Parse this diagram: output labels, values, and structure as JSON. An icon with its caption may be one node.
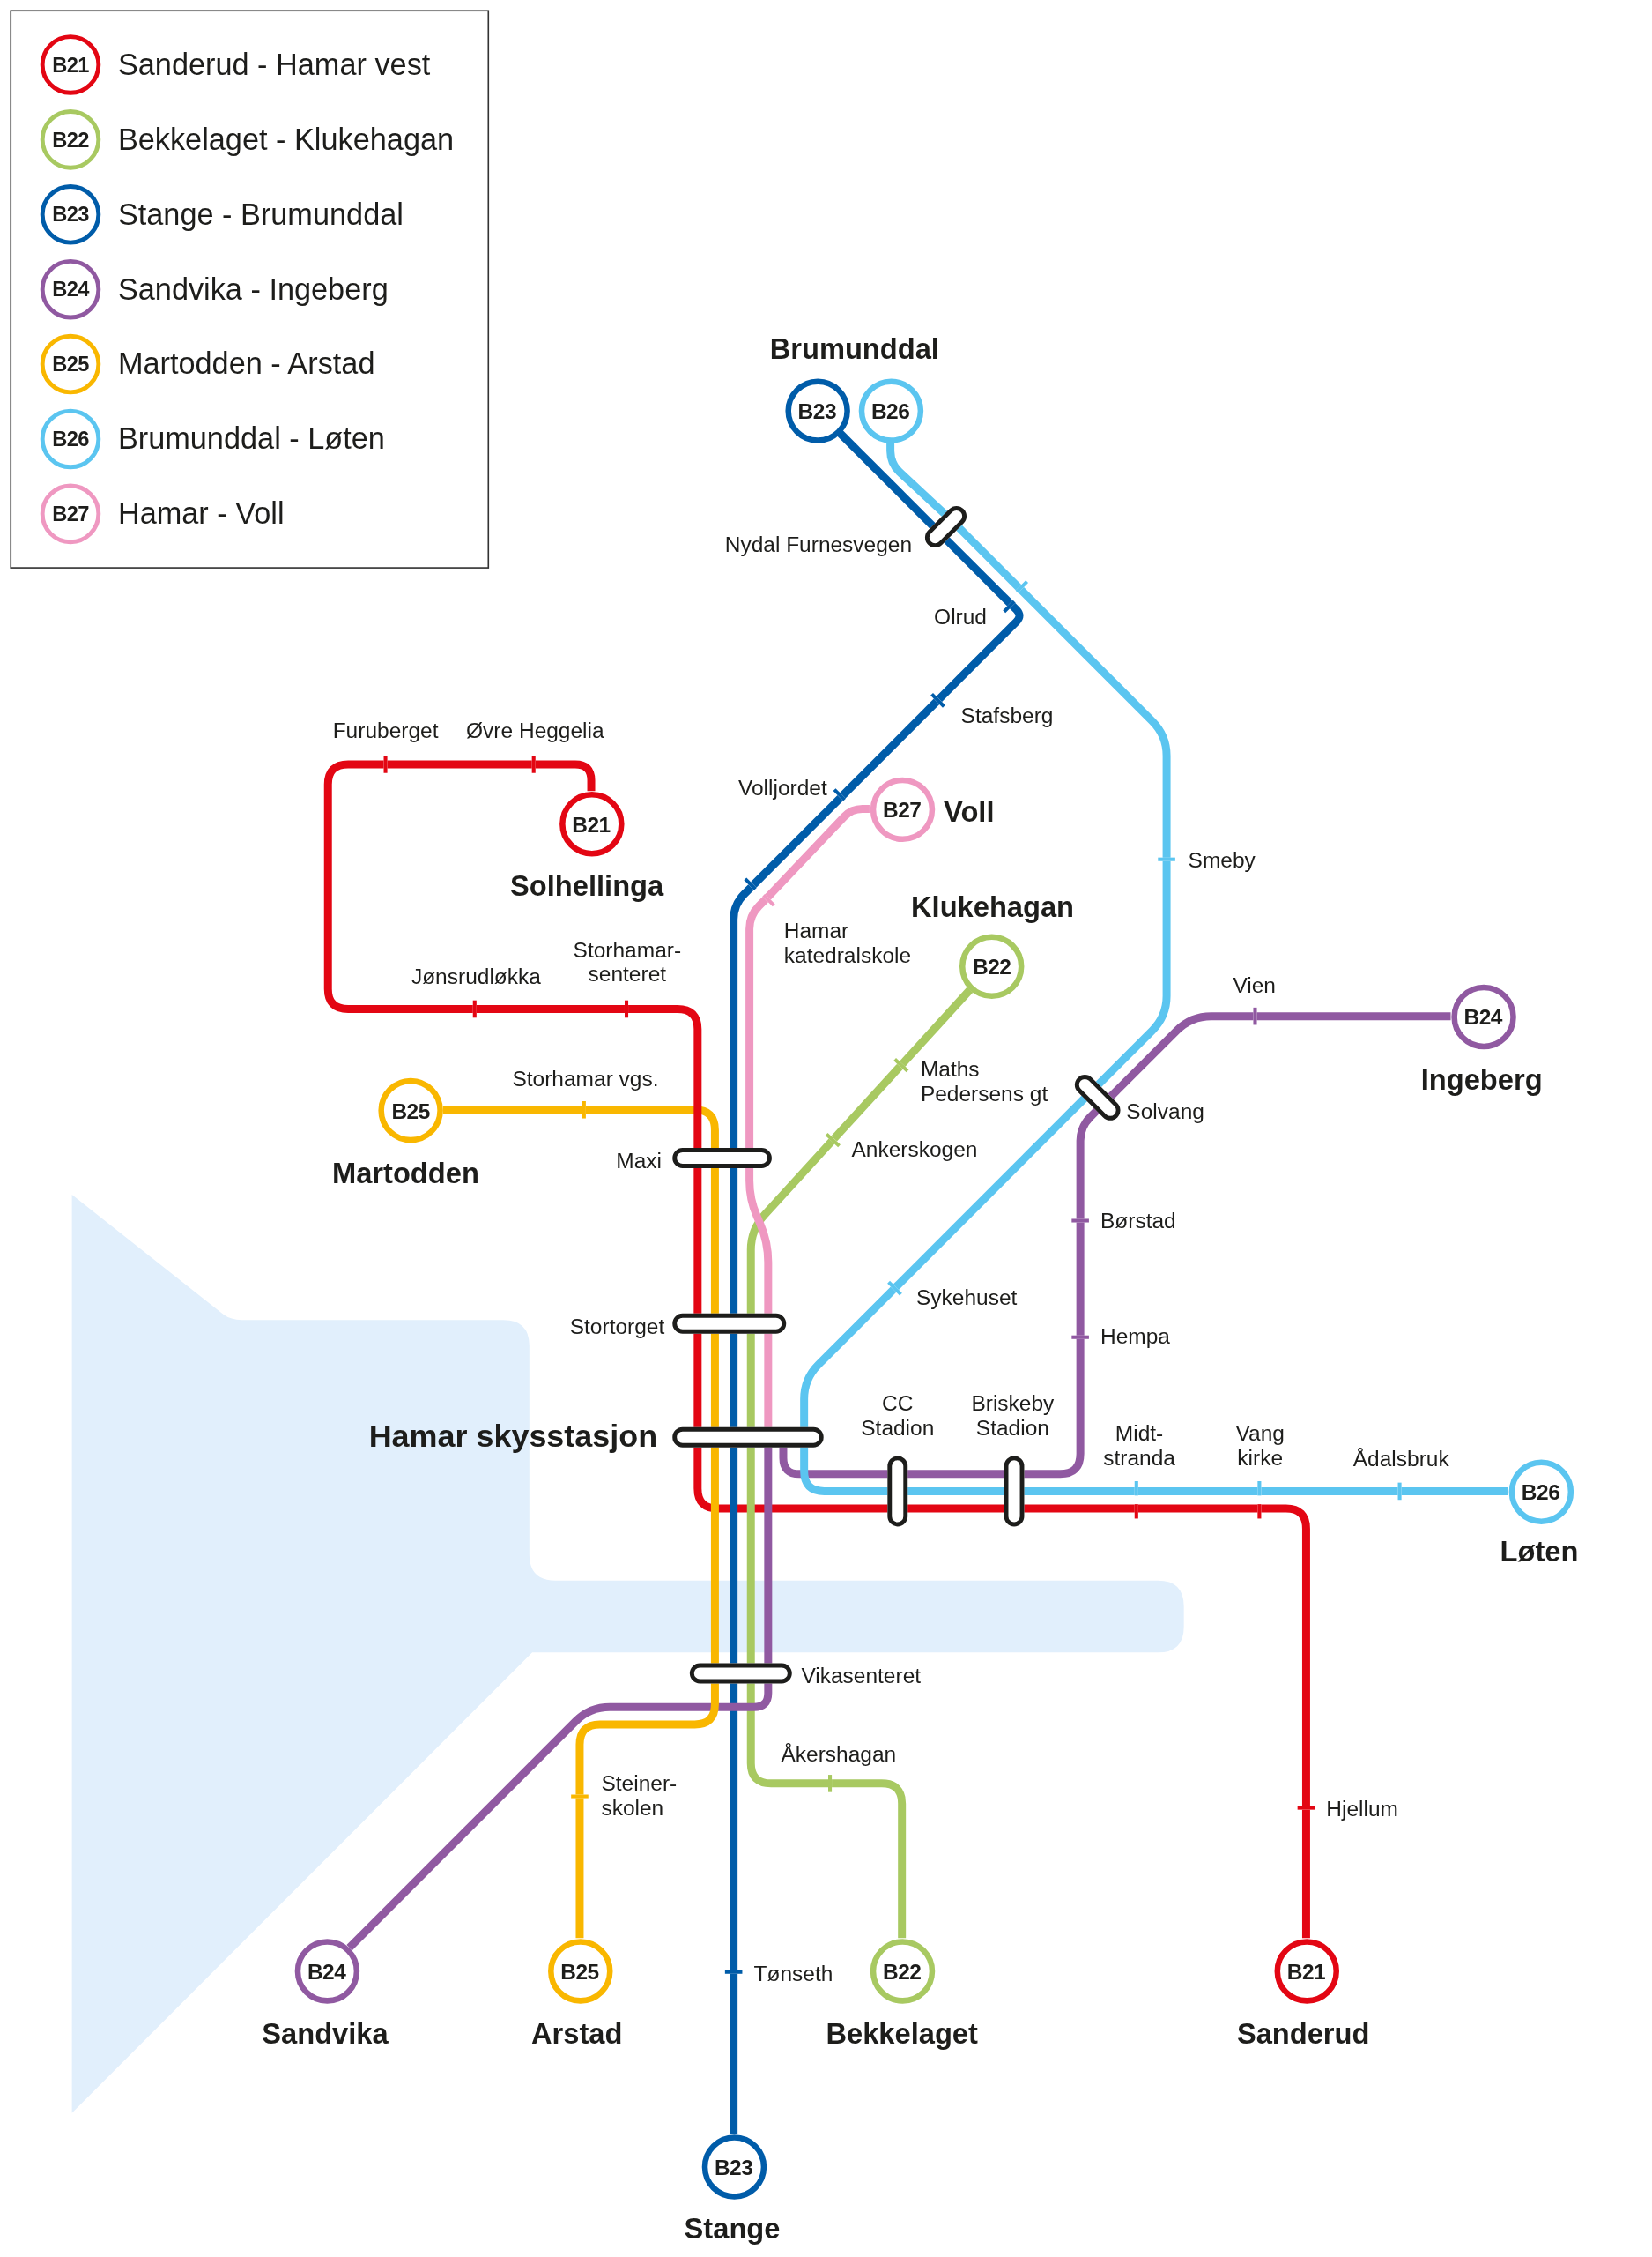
{
  "diagram": {
    "nodes": [
      {
        "text": [
          "B21"
        ]
      },
      {
        "text": [
          "B22"
        ]
      },
      {
        "text": [
          "B23"
        ]
      },
      {
        "text": [
          "B24"
        ]
      },
      {
        "text": [
          "B25"
        ]
      },
      {
        "text": [
          "B26"
        ]
      },
      {
        "text": [
          "B27"
        ]
      },
      {
        "text": [
          "B23"
        ],
        "beside": [
          "Brumunddal"
        ]
      },
      {
        "text": [
          "B26"
        ]
      },
      {
        "text": [],
        "shape": "bar",
        "beside": [
          "Nydal Furnesvegen"
        ]
      },
      {
        "text": [],
        "shape": "tick"
      },
      {
        "text": [],
        "shape": "tick",
        "beside": [
          "Olrud"
        ]
      },
      {
        "text": [],
        "shape": "tick",
        "beside": [
          "Stafsberg"
        ]
      },
      {
        "text": [],
        "shape": "tick",
        "beside": [
          "Furuberget"
        ]
      },
      {
        "text": [],
        "shape": "tick",
        "beside": [
          "Øvre Heggelia"
        ]
      },
      {
        "text": [],
        "shape": "tick",
        "beside": [
          "Volljordet"
        ]
      },
      {
        "text": [
          "B27"
        ],
        "beside": [
          "Voll"
        ]
      },
      {
        "text": [
          "B21"
        ],
        "beside": [
          "Solhellinga"
        ]
      },
      {
        "text": [],
        "shape": "tick",
        "beside": [
          "Smeby"
        ]
      },
      {
        "text": [],
        "shape": "tick"
      },
      {
        "text": [],
        "shape": "tick",
        "beside": [
          "Hamar katedralskole"
        ]
      },
      {
        "text": [
          "B22"
        ],
        "beside": [
          "Klukehagan"
        ]
      },
      {
        "text": [],
        "shape": "tick",
        "beside": [
          "Jønsrudløkka"
        ]
      },
      {
        "text": [],
        "shape": "tick",
        "beside": [
          "Storhamar- senteret"
        ]
      },
      {
        "text": [],
        "shape": "tick",
        "beside": [
          "Vien"
        ]
      },
      {
        "text": [
          "B24"
        ],
        "beside": [
          "Ingeberg"
        ]
      },
      {
        "text": [],
        "shape": "tick",
        "beside": [
          "Maths Pedersens gt"
        ]
      },
      {
        "text": [],
        "shape": "bar",
        "beside": [
          "Solvang"
        ]
      },
      {
        "text": [
          "B25"
        ],
        "beside": [
          "Martodden"
        ]
      },
      {
        "text": [],
        "shape": "tick",
        "beside": [
          "Storhamar vgs."
        ]
      },
      {
        "text": [],
        "shape": "tick",
        "beside": [
          "Ankerskogen"
        ]
      },
      {
        "text": [],
        "shape": "bar",
        "beside": [
          "Maxi"
        ]
      },
      {
        "text": [],
        "shape": "tick",
        "beside": [
          "Børstad"
        ]
      },
      {
        "text": [],
        "shape": "tick",
        "beside": [
          "Sykehuset"
        ]
      },
      {
        "text": [],
        "shape": "bar",
        "beside": [
          "Stortorget"
        ]
      },
      {
        "text": [],
        "shape": "tick",
        "beside": [
          "Hempa"
        ]
      },
      {
        "text": [],
        "shape": "bar",
        "beside": [
          "CC Stadion"
        ]
      },
      {
        "text": [],
        "shape": "bar",
        "beside": [
          "Briskeby Stadion"
        ]
      },
      {
        "text": [],
        "shape": "bar",
        "beside": [
          "Hamar skysstasjon"
        ]
      },
      {
        "text": [],
        "shape": "tick",
        "beside": [
          "Midt- stranda"
        ]
      },
      {
        "text": [],
        "shape": "tick",
        "beside": [
          "Vang kirke"
        ]
      },
      {
        "text": [],
        "shape": "tick",
        "beside": [
          "Ådalsbruk"
        ]
      },
      {
        "text": [
          "B26"
        ],
        "beside": [
          "Løten"
        ]
      },
      {
        "text": [],
        "shape": "bar",
        "beside": [
          "Vikasenteret"
        ]
      },
      {
        "text": [],
        "shape": "tick",
        "beside": [
          "Åkershagan"
        ]
      },
      {
        "text": [],
        "shape": "tick",
        "beside": [
          "Steiner- skolen"
        ]
      },
      {
        "text": [],
        "shape": "tick",
        "beside": [
          "Hjellum"
        ]
      },
      {
        "text": [
          "B24"
        ],
        "beside": [
          "Sandvika"
        ]
      },
      {
        "text": [
          "B25"
        ],
        "beside": [
          "Arstad"
        ]
      },
      {
        "text": [],
        "shape": "tick",
        "beside": [
          "Tønseth"
        ]
      },
      {
        "text": [
          "B22"
        ],
        "beside": [
          "Bekkelaget"
        ]
      },
      {
        "text": [
          "B21"
        ],
        "beside": [
          "Sanderud"
        ]
      },
      {
        "text": [
          "B23"
        ],
        "beside": [
          "Stange"
        ]
      }
    ],
    "edges": [
      {
        "from": 17,
        "to": 14,
        "arrow": "none",
        "color": "#e30613"
      },
      {
        "from": 14,
        "to": 13,
        "arrow": "none",
        "color": "#e30613"
      },
      {
        "from": 13,
        "to": 22,
        "arrow": "none",
        "color": "#e30613"
      },
      {
        "from": 22,
        "to": 23,
        "arrow": "none",
        "color": "#e30613"
      },
      {
        "from": 23,
        "to": 31,
        "arrow": "none",
        "color": "#e30613"
      },
      {
        "from": 31,
        "to": 34,
        "arrow": "none",
        "color": "#e30613"
      },
      {
        "from": 34,
        "to": 38,
        "arrow": "none",
        "color": "#e30613"
      },
      {
        "from": 38,
        "to": 36,
        "arrow": "none",
        "color": "#e30613"
      },
      {
        "from": 36,
        "to": 37,
        "arrow": "none",
        "color": "#e30613"
      },
      {
        "from": 37,
        "to": 39,
        "arrow": "none",
        "color": "#e30613"
      },
      {
        "from": 39,
        "to": 40,
        "arrow": "none",
        "color": "#e30613"
      },
      {
        "from": 40,
        "to": 46,
        "arrow": "none",
        "color": "#e30613"
      },
      {
        "from": 46,
        "to": 51,
        "arrow": "none",
        "color": "#e30613"
      },
      {
        "from": 21,
        "to": 26,
        "arrow": "none",
        "color": "#a8c961"
      },
      {
        "from": 26,
        "to": 30,
        "arrow": "none",
        "color": "#a8c961"
      },
      {
        "from": 30,
        "to": 34,
        "arrow": "none",
        "color": "#a8c961"
      },
      {
        "from": 34,
        "to": 38,
        "arrow": "none",
        "color": "#a8c961"
      },
      {
        "from": 38,
        "to": 43,
        "arrow": "none",
        "color": "#a8c961"
      },
      {
        "from": 43,
        "to": 44,
        "arrow": "none",
        "color": "#a8c961"
      },
      {
        "from": 44,
        "to": 50,
        "arrow": "none",
        "color": "#a8c961"
      },
      {
        "from": 7,
        "to": 9,
        "arrow": "none",
        "color": "#005ca9"
      },
      {
        "from": 9,
        "to": 11,
        "arrow": "none",
        "color": "#005ca9"
      },
      {
        "from": 11,
        "to": 12,
        "arrow": "none",
        "color": "#005ca9"
      },
      {
        "from": 12,
        "to": 15,
        "arrow": "none",
        "color": "#005ca9"
      },
      {
        "from": 15,
        "to": 19,
        "arrow": "none",
        "color": "#005ca9"
      },
      {
        "from": 19,
        "to": 31,
        "arrow": "none",
        "color": "#005ca9"
      },
      {
        "from": 31,
        "to": 34,
        "arrow": "none",
        "color": "#005ca9"
      },
      {
        "from": 34,
        "to": 38,
        "arrow": "none",
        "color": "#005ca9"
      },
      {
        "from": 38,
        "to": 43,
        "arrow": "none",
        "color": "#005ca9"
      },
      {
        "from": 43,
        "to": 49,
        "arrow": "none",
        "color": "#005ca9"
      },
      {
        "from": 49,
        "to": 52,
        "arrow": "none",
        "color": "#005ca9"
      },
      {
        "from": 25,
        "to": 24,
        "arrow": "none",
        "color": "#9059a1"
      },
      {
        "from": 24,
        "to": 27,
        "arrow": "none",
        "color": "#9059a1"
      },
      {
        "from": 27,
        "to": 32,
        "arrow": "none",
        "color": "#9059a1"
      },
      {
        "from": 32,
        "to": 35,
        "arrow": "none",
        "color": "#9059a1"
      },
      {
        "from": 35,
        "to": 37,
        "arrow": "none",
        "color": "#9059a1"
      },
      {
        "from": 37,
        "to": 36,
        "arrow": "none",
        "color": "#9059a1"
      },
      {
        "from": 36,
        "to": 38,
        "arrow": "none",
        "color": "#9059a1"
      },
      {
        "from": 38,
        "to": 43,
        "arrow": "none",
        "color": "#9059a1"
      },
      {
        "from": 43,
        "to": 47,
        "arrow": "none",
        "color": "#9059a1"
      },
      {
        "from": 28,
        "to": 29,
        "arrow": "none",
        "color": "#f9b700"
      },
      {
        "from": 29,
        "to": 31,
        "arrow": "none",
        "color": "#f9b700"
      },
      {
        "from": 31,
        "to": 34,
        "arrow": "none",
        "color": "#f9b700"
      },
      {
        "from": 34,
        "to": 38,
        "arrow": "none",
        "color": "#f9b700"
      },
      {
        "from": 38,
        "to": 43,
        "arrow": "none",
        "color": "#f9b700"
      },
      {
        "from": 43,
        "to": 45,
        "arrow": "none",
        "color": "#f9b700"
      },
      {
        "from": 45,
        "to": 48,
        "arrow": "none",
        "color": "#f9b700"
      },
      {
        "from": 8,
        "to": 9,
        "arrow": "none",
        "color": "#5bc5f0"
      },
      {
        "from": 9,
        "to": 10,
        "arrow": "none",
        "color": "#5bc5f0"
      },
      {
        "from": 10,
        "to": 18,
        "arrow": "none",
        "color": "#5bc5f0"
      },
      {
        "from": 18,
        "to": 27,
        "arrow": "none",
        "color": "#5bc5f0"
      },
      {
        "from": 27,
        "to": 33,
        "arrow": "none",
        "color": "#5bc5f0"
      },
      {
        "from": 33,
        "to": 38,
        "arrow": "none",
        "color": "#5bc5f0"
      },
      {
        "from": 38,
        "to": 36,
        "arrow": "none",
        "color": "#5bc5f0"
      },
      {
        "from": 36,
        "to": 37,
        "arrow": "none",
        "color": "#5bc5f0"
      },
      {
        "from": 37,
        "to": 39,
        "arrow": "none",
        "color": "#5bc5f0"
      },
      {
        "from": 39,
        "to": 40,
        "arrow": "none",
        "color": "#5bc5f0"
      },
      {
        "from": 40,
        "to": 41,
        "arrow": "none",
        "color": "#5bc5f0"
      },
      {
        "from": 41,
        "to": 42,
        "arrow": "none",
        "color": "#5bc5f0"
      },
      {
        "from": 16,
        "to": 20,
        "arrow": "none",
        "color": "#ef98c1"
      },
      {
        "from": 20,
        "to": 31,
        "arrow": "none",
        "color": "#ef98c1"
      },
      {
        "from": 31,
        "to": 34,
        "arrow": "none",
        "color": "#ef98c1"
      },
      {
        "from": 34,
        "to": 38,
        "arrow": "none",
        "color": "#ef98c1"
      }
    ],
    "legend": [
      {
        "text": "Sanderud - Hamar vest",
        "color": "#e30613"
      },
      {
        "text": "Bekkelaget - Klukehagan",
        "color": "#a8c961"
      },
      {
        "text": "Stange - Brumunddal",
        "color": "#005ca9"
      },
      {
        "text": "Sandvika - Ingeberg",
        "color": "#9059a1"
      },
      {
        "text": "Martodden - Arstad",
        "color": "#f9b700"
      },
      {
        "text": "Brumunddal - Løten",
        "color": "#5bc5f0"
      },
      {
        "text": "Hamar - Voll",
        "color": "#ef98c1"
      }
    ]
  }
}
